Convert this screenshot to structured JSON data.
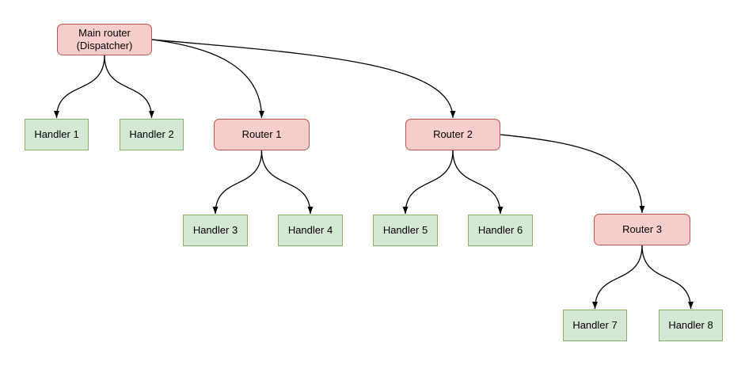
{
  "diagram": {
    "nodes": [
      {
        "id": "main-router",
        "label": "Main router\n(Dispatcher)",
        "kind": "router"
      },
      {
        "id": "handler-1",
        "label": "Handler 1",
        "kind": "handler"
      },
      {
        "id": "handler-2",
        "label": "Handler 2",
        "kind": "handler"
      },
      {
        "id": "router-1",
        "label": "Router 1",
        "kind": "router"
      },
      {
        "id": "router-2",
        "label": "Router 2",
        "kind": "router"
      },
      {
        "id": "handler-3",
        "label": "Handler 3",
        "kind": "handler"
      },
      {
        "id": "handler-4",
        "label": "Handler 4",
        "kind": "handler"
      },
      {
        "id": "handler-5",
        "label": "Handler 5",
        "kind": "handler"
      },
      {
        "id": "handler-6",
        "label": "Handler 6",
        "kind": "handler"
      },
      {
        "id": "router-3",
        "label": "Router 3",
        "kind": "router"
      },
      {
        "id": "handler-7",
        "label": "Handler 7",
        "kind": "handler"
      },
      {
        "id": "handler-8",
        "label": "Handler 8",
        "kind": "handler"
      }
    ],
    "edges": [
      {
        "from": "main-router",
        "to": "handler-1"
      },
      {
        "from": "main-router",
        "to": "handler-2"
      },
      {
        "from": "main-router",
        "to": "router-1"
      },
      {
        "from": "main-router",
        "to": "router-2"
      },
      {
        "from": "router-1",
        "to": "handler-3"
      },
      {
        "from": "router-1",
        "to": "handler-4"
      },
      {
        "from": "router-2",
        "to": "handler-5"
      },
      {
        "from": "router-2",
        "to": "handler-6"
      },
      {
        "from": "router-2",
        "to": "router-3"
      },
      {
        "from": "router-3",
        "to": "handler-7"
      },
      {
        "from": "router-3",
        "to": "handler-8"
      }
    ]
  },
  "palette": {
    "router_fill": "#f8cecc",
    "router_stroke": "#b85450",
    "handler_fill": "#d5e8d4",
    "handler_stroke": "#82b366",
    "edge": "#000000",
    "text": "#000000",
    "background": "#ffffff"
  }
}
